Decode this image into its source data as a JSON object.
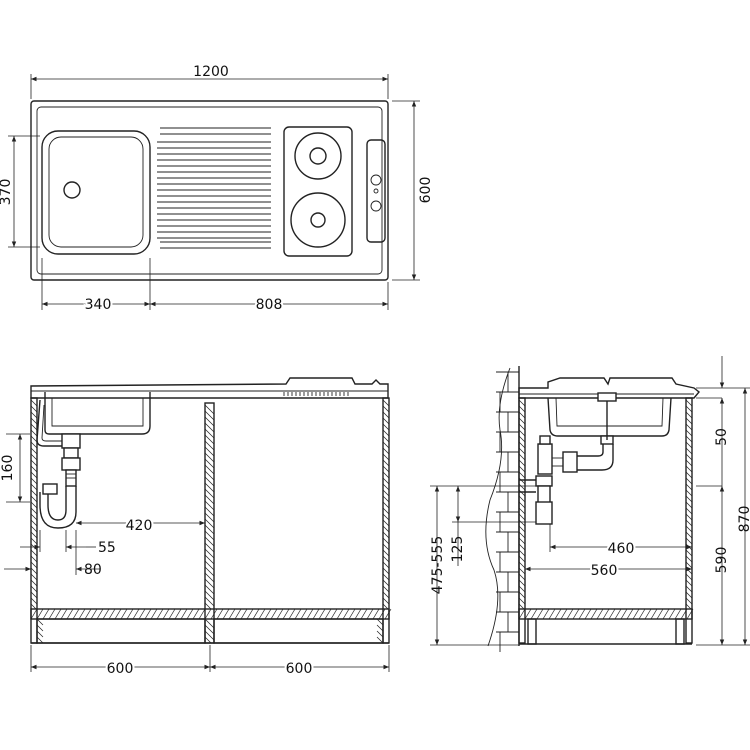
{
  "dimensions": {
    "top_width": "1200",
    "top_depth": "600",
    "basin_depth": "370",
    "basin_width": "340",
    "drainer_hob_width": "808",
    "siphon_height": "160",
    "siphon_offset": "420",
    "siphon_outlet_55": "55",
    "siphon_outlet_80": "80",
    "cabinet_left_width": "600",
    "cabinet_right_width": "600",
    "side_height": "870",
    "side_50": "50",
    "side_590": "590",
    "side_460": "460",
    "side_560": "560",
    "wall_outlet_range": "475-555",
    "wall_outlet_125": "125"
  }
}
